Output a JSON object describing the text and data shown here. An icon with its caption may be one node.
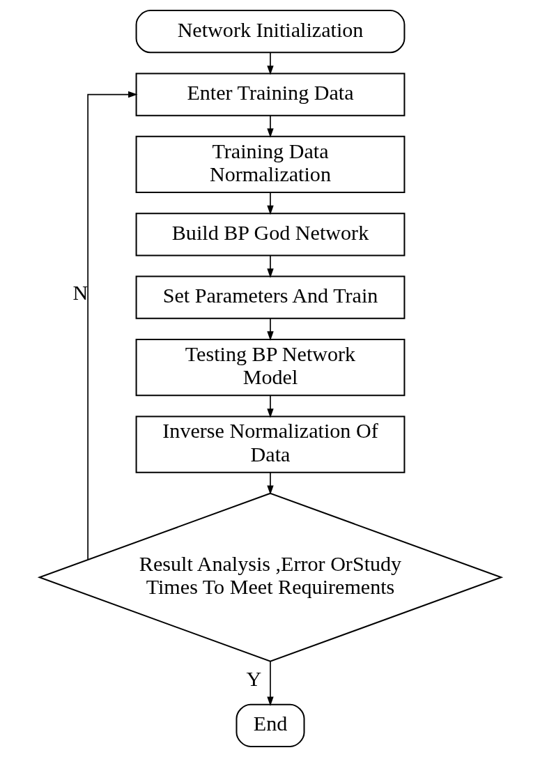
{
  "diagram": {
    "nodes": [
      {
        "text": [
          "Network Initialization"
        ]
      },
      {
        "text": [
          "Enter Training Data"
        ]
      },
      {
        "text": [
          "Training Data Normalization"
        ]
      },
      {
        "text": [
          "Build BP God Network"
        ]
      },
      {
        "text": [
          "Set Parameters And Train"
        ]
      },
      {
        "text": [
          "Testing BP Network Model"
        ]
      },
      {
        "text": [
          "Inverse Normalization Of Data"
        ]
      },
      {
        "text": [
          "Result Analysis ,Error OrStudy Times To Meet Requirements"
        ]
      },
      {
        "text": [
          "End"
        ]
      }
    ],
    "edges": [
      {
        "from": 0,
        "to": 1,
        "arrow": "to"
      },
      {
        "from": 1,
        "to": 2,
        "arrow": "to"
      },
      {
        "from": 2,
        "to": 3,
        "arrow": "to"
      },
      {
        "from": 3,
        "to": 4,
        "arrow": "to"
      },
      {
        "from": 4,
        "to": 5,
        "arrow": "to"
      },
      {
        "from": 5,
        "to": 6,
        "arrow": "to"
      },
      {
        "from": 6,
        "to": 7,
        "arrow": "to"
      },
      {
        "from": 7,
        "to": 8,
        "arrow": "to",
        "label": "Y"
      },
      {
        "from": 7,
        "to": 1,
        "arrow": "to",
        "label": "N"
      }
    ]
  }
}
